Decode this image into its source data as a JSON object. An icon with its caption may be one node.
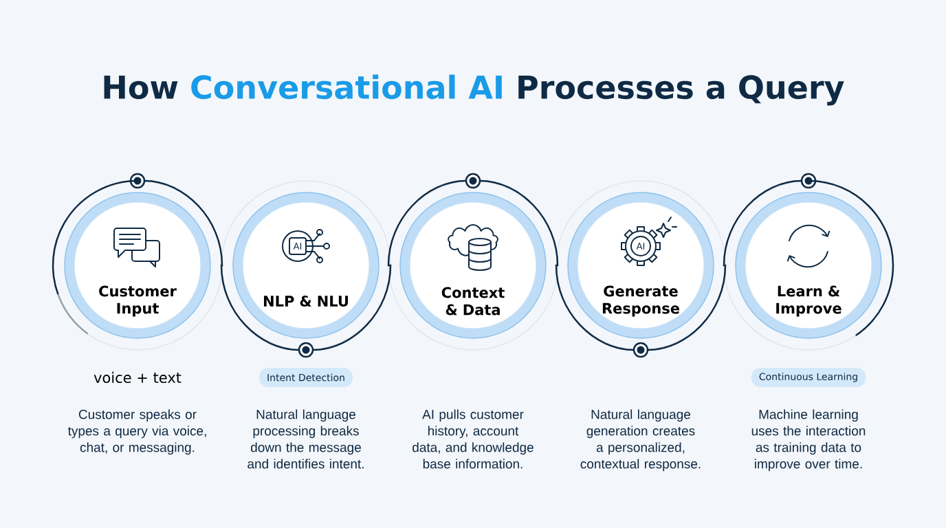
{
  "diagram": {
    "title": "How **Conversational AI** Processes a Query",
    "nodes": [
      {
        "text": [
          "Customer Input"
        ],
        "beside": [
          "voice + text"
        ]
      },
      {
        "text": [
          "NLP & NLU"
        ]
      },
      {
        "text": [
          "Context & Data"
        ]
      },
      {
        "text": [
          "Generate Response"
        ]
      },
      {
        "text": [
          "Learn & Improve"
        ]
      },
      {
        "text": [
          "Intent Detection"
        ]
      },
      {
        "text": [
          "Continuous Learning"
        ]
      }
    ],
    "edges": [
      {
        "from": 0,
        "to": 1,
        "arrow": "none"
      },
      {
        "from": 1,
        "to": 2,
        "arrow": "none"
      },
      {
        "from": 2,
        "to": 3,
        "arrow": "none"
      },
      {
        "from": 3,
        "to": 4,
        "arrow": "none"
      }
    ],
    "labels": [
      "AI",
      "AI",
      "Customer speaks or types a query via voice, chat, or messaging.",
      "Natural language processing breaks down the message and identifies intent.",
      "AI pulls customer history, account data, and knowledge base information.",
      "Natural language generation creates a personalized, contextual response.",
      "Machine learning uses the interaction as training data to improve over time."
    ]
  }
}
